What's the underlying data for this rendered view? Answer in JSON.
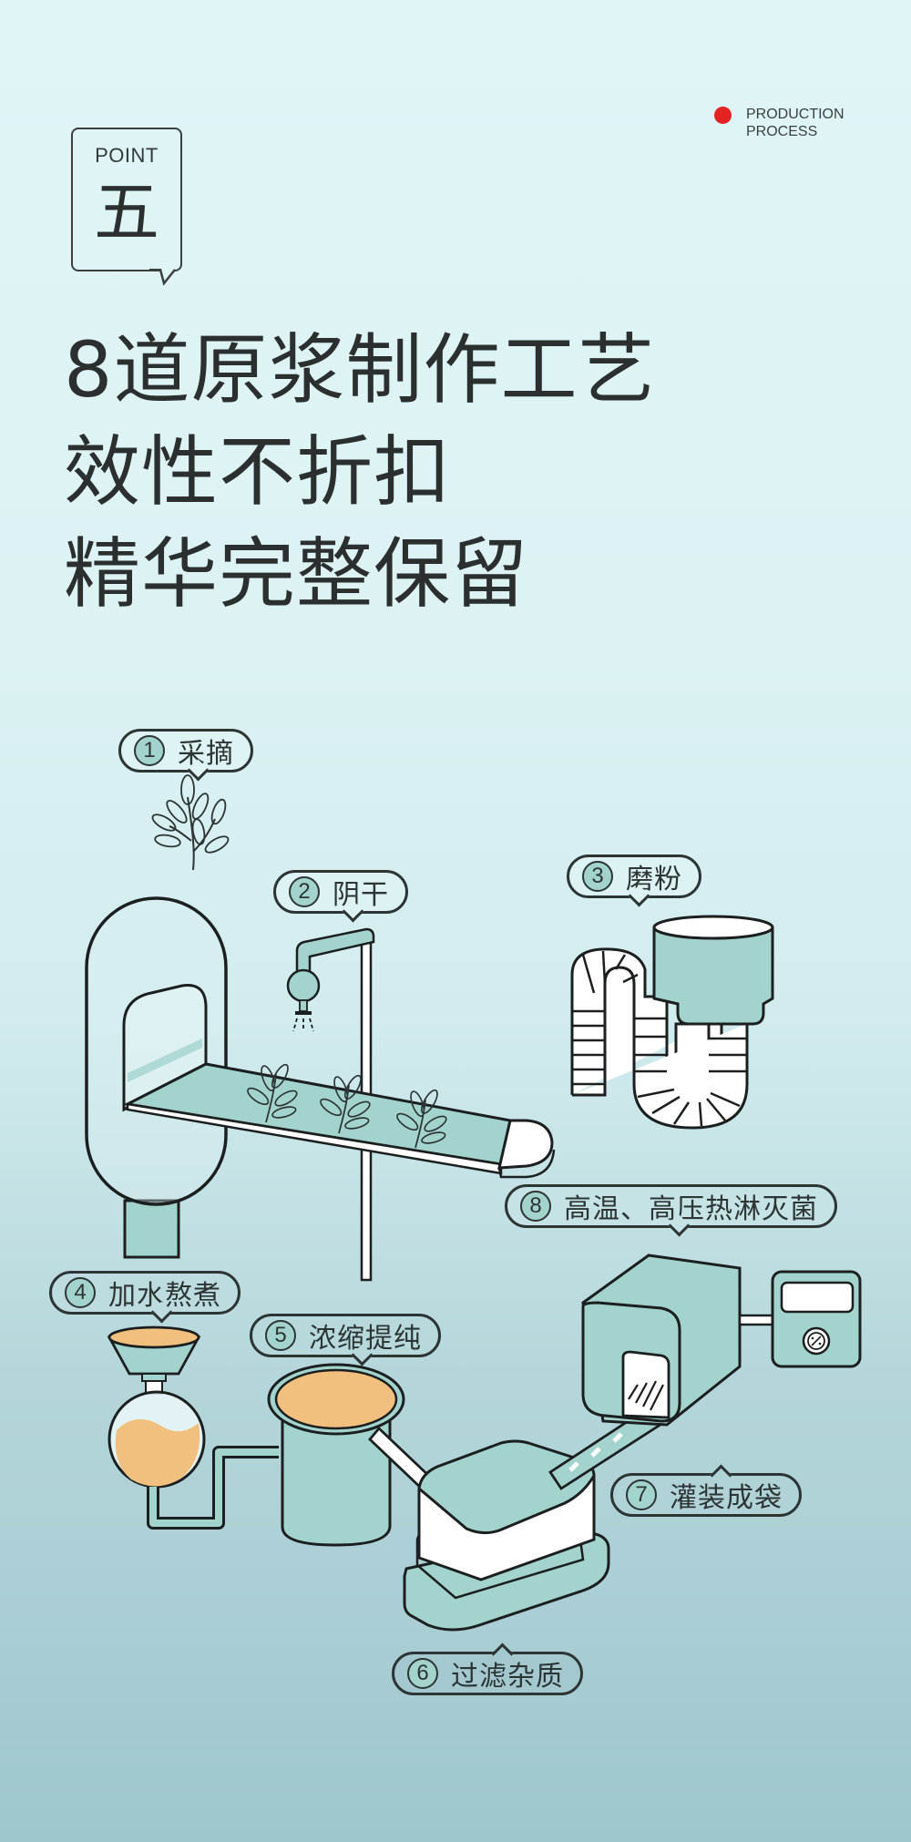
{
  "point_badge": {
    "label": "POINT",
    "number": "五"
  },
  "production_tag": {
    "line1": "PRODUCTION",
    "line2": "PROCESS",
    "dot_color": "#e32222"
  },
  "headline": [
    "8道原浆制作工艺",
    "效性不折扣",
    "精华完整保留"
  ],
  "colors": {
    "teal": "#a3d3cd",
    "outline": "#2c3434",
    "liquid": "#f2c07e",
    "bg_top": "#e0f5f6",
    "bg_bottom": "#9fc6cd"
  },
  "steps": [
    {
      "num": "1",
      "label": "采摘",
      "icon": "tea-sprig-icon"
    },
    {
      "num": "2",
      "label": "阴干",
      "icon": "drying-conveyor-icon"
    },
    {
      "num": "3",
      "label": "磨粉",
      "icon": "grinder-hose-icon"
    },
    {
      "num": "4",
      "label": "加水熬煮",
      "icon": "boiling-flask-icon"
    },
    {
      "num": "5",
      "label": "浓缩提纯",
      "icon": "concentration-tank-icon"
    },
    {
      "num": "6",
      "label": "过滤杂质",
      "icon": "filter-box-icon"
    },
    {
      "num": "7",
      "label": "灌装成袋",
      "icon": "filling-conveyor-icon"
    },
    {
      "num": "8",
      "label": "高温、高压热淋灭菌",
      "icon": "sterilizer-machine-icon"
    }
  ]
}
